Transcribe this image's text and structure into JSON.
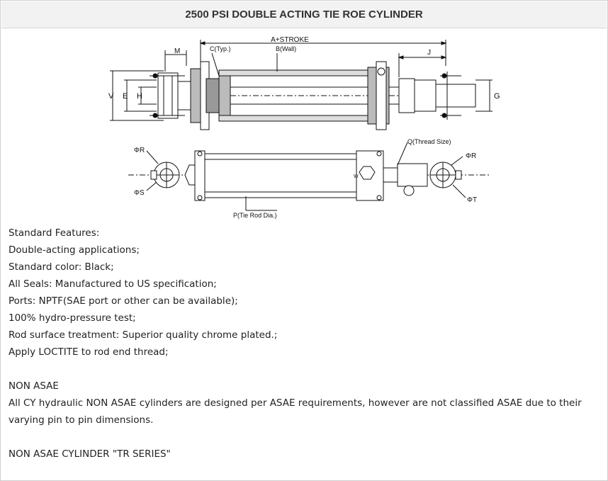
{
  "header": {
    "title": "2500 PSI DOUBLE ACTING TIE ROE CYLINDER"
  },
  "drawing": {
    "labels": {
      "a_stroke": "A+STROKE",
      "m": "M",
      "c": "C(Typ.)",
      "b": "B(Wall)",
      "j": "J",
      "v": "V",
      "e": "E",
      "h": "H",
      "g": "G",
      "phi_r_left": "ΦR",
      "phi_s": "ΦS",
      "q": "Q(Thread Size)",
      "phi_r_right": "ΦR",
      "phi_t": "ΦT",
      "w": "W",
      "p": "P(Tie Rod Dia.)"
    }
  },
  "features": {
    "lines": [
      "Standard Features:",
      "Double-acting applications;",
      "Standard color: Black;",
      "All Seals: Manufactured to US specification;",
      "Ports: NPTF(SAE port or other can be available);",
      "100% hydro-pressure test;",
      "Rod surface treatment: Superior quality chrome plated.;",
      "Apply LOCTITE to rod end thread;"
    ]
  },
  "non_asae": {
    "title": "NON ASAE",
    "description": "All CY hydraulic NON ASAE cylinders are designed per ASAE requirements, however are not classified ASAE due to their varying pin to pin dimensions.",
    "series": "NON ASAE CYLINDER \"TR SERIES\""
  }
}
